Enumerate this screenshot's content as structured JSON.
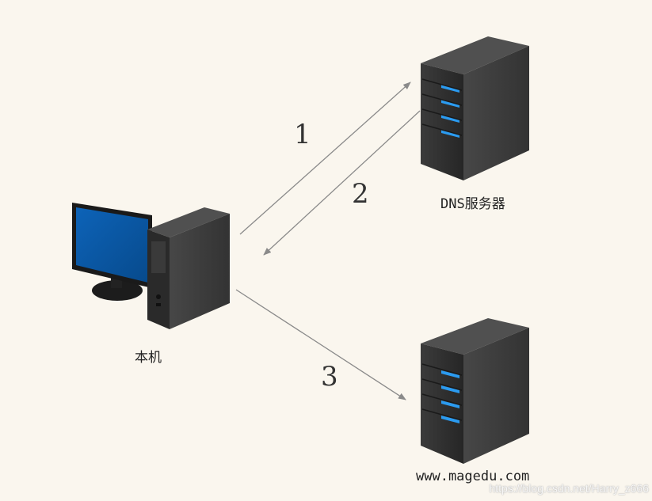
{
  "nodes": {
    "local_label": "本机",
    "dns_label": "DNS服务器",
    "web_label": "www.magedu.com"
  },
  "steps": [
    "1",
    "2",
    "3"
  ],
  "watermark": "https://blog.csdn.net/Harry_z666",
  "colors": {
    "background": "#faf6ee",
    "arrow": "#8a8a8a",
    "server_body": "#2f2f2f",
    "server_led": "#2b9bf0",
    "monitor_screen": "#0b5aa8"
  }
}
